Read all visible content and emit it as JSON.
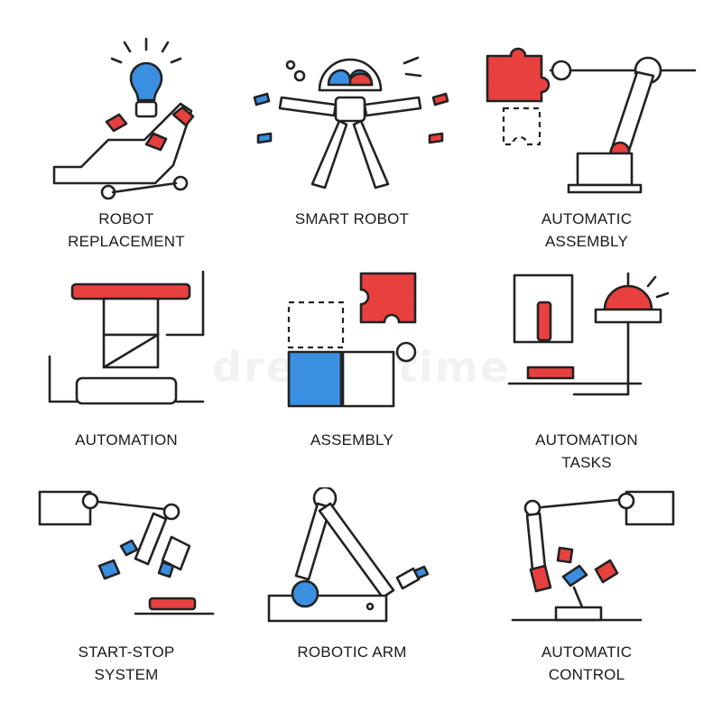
{
  "icons": [
    {
      "id": "robot-replacement",
      "label_lines": [
        "ROBOT",
        "REPLACEMENT"
      ],
      "icon": "lightbulb-robot-hand-icon"
    },
    {
      "id": "smart-robot",
      "label_lines": [
        "SMART ROBOT"
      ],
      "icon": "brain-robot-icon"
    },
    {
      "id": "automatic-assembly",
      "label_lines": [
        "AUTOMATIC",
        "ASSEMBLY"
      ],
      "icon": "robotic-arm-puzzle-icon"
    },
    {
      "id": "automation",
      "label_lines": [
        "AUTOMATION"
      ],
      "icon": "press-machine-icon"
    },
    {
      "id": "assembly",
      "label_lines": [
        "ASSEMBLY"
      ],
      "icon": "puzzle-pieces-icon"
    },
    {
      "id": "automation-tasks",
      "label_lines": [
        "AUTOMATION",
        "TASKS"
      ],
      "icon": "switch-alarm-icon"
    },
    {
      "id": "start-stop-system",
      "label_lines": [
        "START-STOP",
        "SYSTEM"
      ],
      "icon": "robot-hand-button-icon"
    },
    {
      "id": "robotic-arm",
      "label_lines": [
        "ROBOTIC ARM"
      ],
      "icon": "robotic-arm-icon"
    },
    {
      "id": "automatic-control",
      "label_lines": [
        "AUTOMATIC",
        "CONTROL"
      ],
      "icon": "robot-hand-joystick-icon"
    }
  ],
  "colors": {
    "accent_red": "#e8403f",
    "accent_blue": "#3a8fe0",
    "outline": "#222222"
  },
  "watermark": "dreamstime"
}
